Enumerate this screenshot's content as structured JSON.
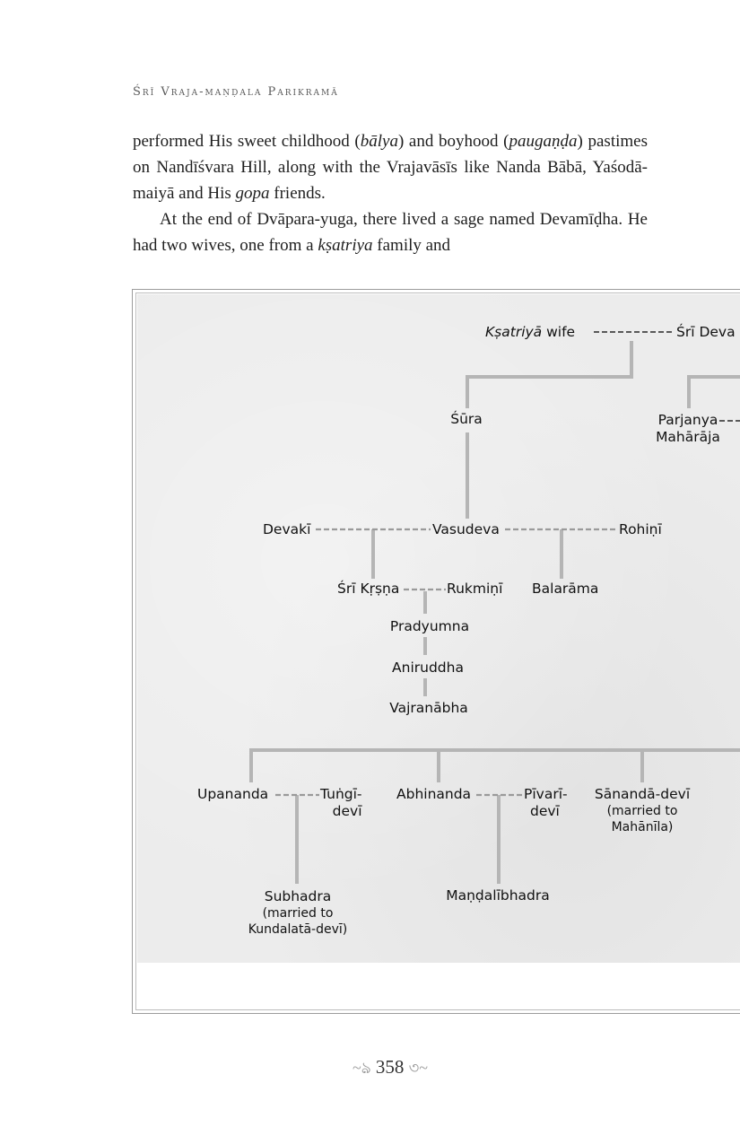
{
  "running_head": "Śrī Vraja-maṇḍala Parikramā",
  "paragraph1": {
    "parts": [
      {
        "t": "performed His sweet childhood (",
        "i": false
      },
      {
        "t": "bālya",
        "i": true
      },
      {
        "t": ") and boyhood (",
        "i": false
      },
      {
        "t": "paugaṇḍa",
        "i": true
      },
      {
        "t": ") pastimes on Nandīśvara Hill, along with the Vrajavāsīs like Nanda Bābā, Yaśodā-maiyā and His ",
        "i": false
      },
      {
        "t": "gopa",
        "i": true
      },
      {
        "t": " friends.",
        "i": false
      }
    ]
  },
  "paragraph2": {
    "parts": [
      {
        "t": "At the end of Dvāpara-yuga, there lived a sage named Devamīḍha. He had two wives, one from a ",
        "i": false
      },
      {
        "t": "kṣatriya",
        "i": true
      },
      {
        "t": " family and",
        "i": false
      }
    ]
  },
  "tree": {
    "ksatriya_italic": "Kṣatriyā",
    "ksatriya_rest": " wife",
    "sri_deva": "Śrī Deva",
    "sura": "Śūra",
    "parjanya_line1": "Parjanya",
    "parjanya_line2": "Mahārāja",
    "devaki": "Devakī",
    "vasudeva": "Vasudeva",
    "rohini": "Rohiṇī",
    "sri_krsna": "Śrī Kṛṣṇa",
    "rukmini": "Rukmiṇī",
    "balarama": "Balarāma",
    "pradyumna": "Pradyumna",
    "aniruddha": "Aniruddha",
    "vajranabha": "Vajranābha",
    "upananda": "Upananda",
    "tungi_line1": "Tuṅgī-",
    "tungi_line2": "devī",
    "abhinanda": "Abhinanda",
    "pivari_line1": "Pīvarī-",
    "pivari_line2": "devī",
    "sananda_line1": "Sānandā-devī",
    "sananda_line2": "(married to",
    "sananda_line3": "Mahānīla)",
    "subhadra_line1": "Subhadra",
    "subhadra_line2": "(married to",
    "subhadra_line3": "Kundalatā-devī)",
    "mandalibhadra": "Maṇḍalībhadra"
  },
  "folio": "358",
  "folio_ornament_left": "~ঌ",
  "folio_ornament_right": "৩~"
}
